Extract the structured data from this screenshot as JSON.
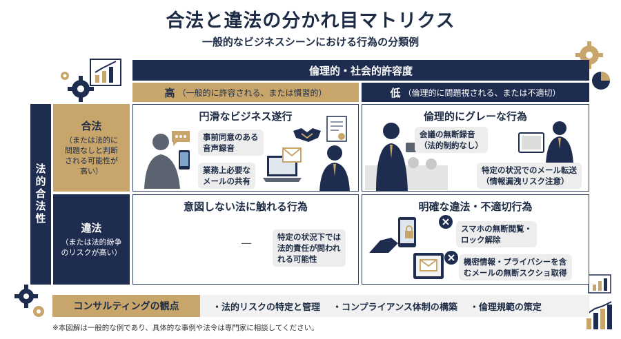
{
  "title": "合法と違法の分かれ目マトリクス",
  "subtitle": "一般的なビジネスシーンにおける行為の分類例",
  "header": {
    "main": "倫理的・社会的許容度",
    "high_main": "高",
    "high_sub": "（一般的に許容される、または慣習的）",
    "low_main": "低",
    "low_sub": "（倫理的に問題視される、または不適切）"
  },
  "side": {
    "main": "法的合法性",
    "legal_main": "合法",
    "legal_sub": "（または法的に\n問題なしと判断\nされる可能性が\n高い）",
    "illegal_main": "違法",
    "illegal_sub": "（または法的紛争\nのリスクが高い）"
  },
  "cells": {
    "smooth": {
      "title": "円滑なビジネス遂行",
      "b1": "事前同意のある\n音声録音",
      "b2": "業務上必要な\nメールの共有"
    },
    "gray": {
      "title": "倫理的にグレーな行為",
      "b1": "会議の無断録音\n（法的制約なし）",
      "b2": "特定の状況でのメール転送\n（情報漏洩リスク注意）"
    },
    "unintended": {
      "title": "意図しない法に触れる行為",
      "dash": "—",
      "b1": "特定の状況下では\n法的責任が問われ\nれる可能性"
    },
    "clear": {
      "title": "明確な違法・不適切行為",
      "b1": "スマホの無断閲覧・\nロック解除",
      "b2": "機密情報・プライバシーを含\nむメールの無断スクショ取得"
    }
  },
  "bottom": {
    "label": "コンサルティングの観点",
    "items": [
      "・法的リスクの特定と管理",
      "・コンプライアンス体制の構築",
      "・倫理規範の策定"
    ]
  },
  "footnote": "※本図解は一般的な例であり、具体的な事例や法令は専門家に相談してください。",
  "colors": {
    "navy": "#1e2d4f",
    "gold": "#c8a56a",
    "gray": "#ededed"
  },
  "icons": [
    "gear-icon",
    "bar-chart-icon",
    "pie-chart-icon",
    "chat-bubble-icon",
    "phone-icon",
    "handshake-icon",
    "certificate-icon",
    "email-icon",
    "laptop-icon",
    "tablet-icon",
    "lock-icon",
    "close-icon"
  ]
}
